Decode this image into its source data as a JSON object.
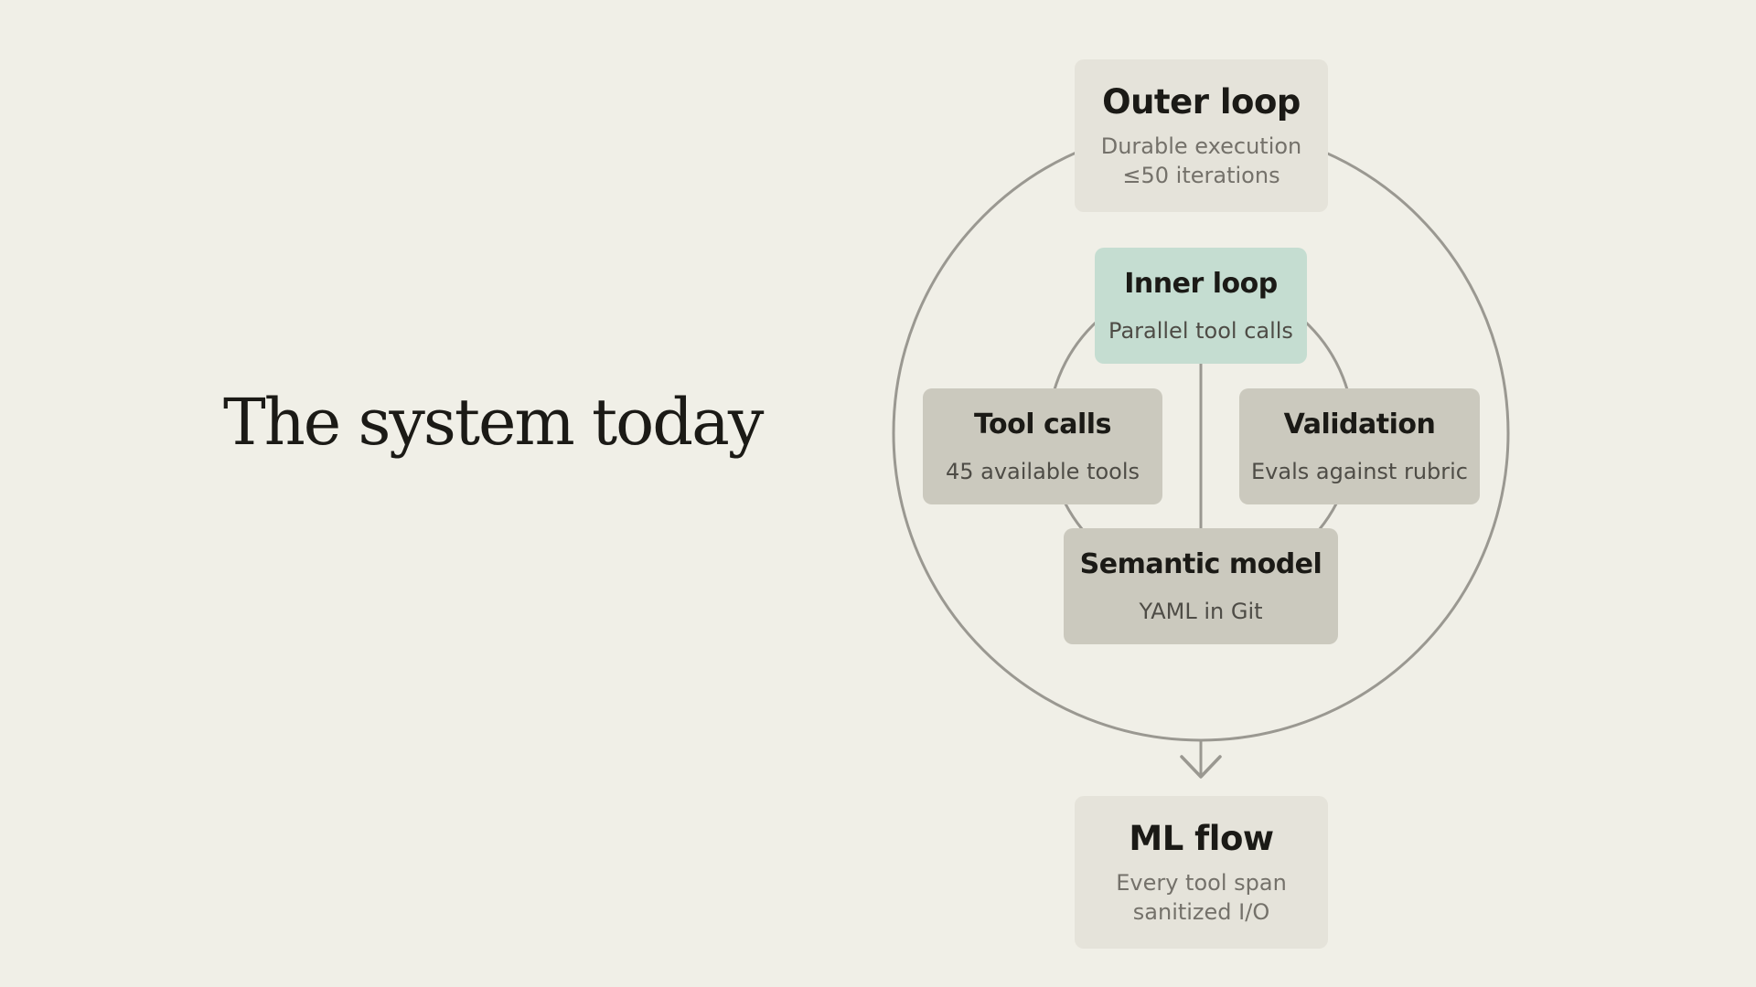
{
  "title": "The system today",
  "colors": {
    "background": "#f0efe7",
    "line": "#9a9891",
    "node_light": "#e5e3da",
    "node_mid": "#cbc9be",
    "node_highlight": "#c5ddd1",
    "text_primary": "#1b1a16",
    "text_secondary": "#74716a"
  },
  "diagram": {
    "outer_loop": {
      "title": "Outer loop",
      "line1": "Durable execution",
      "line2": "≤50 iterations"
    },
    "inner_loop": {
      "title": "Inner loop",
      "line1": "Parallel tool calls"
    },
    "tool_calls": {
      "title": "Tool calls",
      "line1": "45 available tools"
    },
    "validation": {
      "title": "Validation",
      "line1": "Evals against rubric"
    },
    "semantic_model": {
      "title": "Semantic model",
      "line1": "YAML in Git"
    },
    "ml_flow": {
      "title": "ML flow",
      "line1": "Every tool span",
      "line2": "sanitized I/O"
    },
    "arrow_icon": "arrow-down-icon"
  }
}
